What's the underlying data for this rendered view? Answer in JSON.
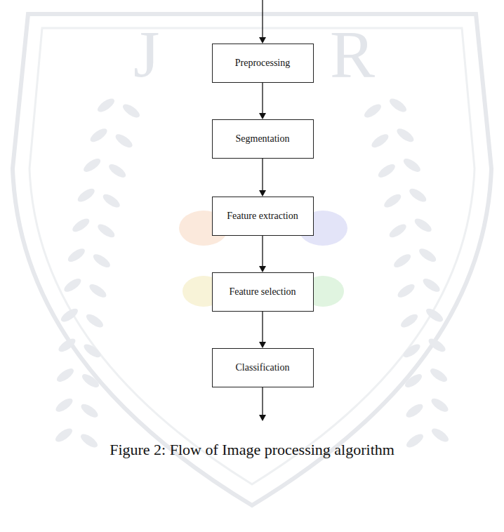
{
  "diagram": {
    "caption": "Figure 2: Flow of Image processing algorithm",
    "nodes": [
      {
        "text": [
          "Preprocessing"
        ]
      },
      {
        "text": [
          "Segmentation"
        ]
      },
      {
        "text": [
          "Feature extraction"
        ]
      },
      {
        "text": [
          "Feature selection"
        ]
      },
      {
        "text": [
          "Classification"
        ]
      }
    ],
    "edges": [
      {
        "from": 0,
        "to": 1,
        "arrow": "to"
      },
      {
        "from": 1,
        "to": 2,
        "arrow": "to"
      },
      {
        "from": 2,
        "to": 3,
        "arrow": "to"
      },
      {
        "from": 3,
        "to": 4,
        "arrow": "to"
      }
    ],
    "labels": [
      "J",
      "R"
    ]
  }
}
